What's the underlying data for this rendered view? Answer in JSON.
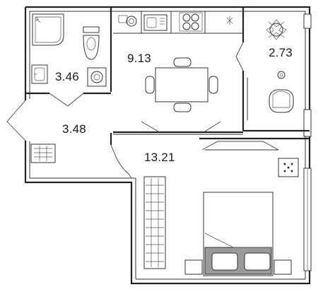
{
  "rooms": [
    {
      "id": "bathroom",
      "area": "3.46"
    },
    {
      "id": "kitchen",
      "area": "9.13"
    },
    {
      "id": "balcony",
      "area": "2.73"
    },
    {
      "id": "hall",
      "area": "3.48"
    },
    {
      "id": "bedroom",
      "area": "13.21"
    }
  ],
  "colors": {
    "wall": "#222222",
    "bed_frame": "#9a9a9a",
    "background": "#ffffff"
  }
}
